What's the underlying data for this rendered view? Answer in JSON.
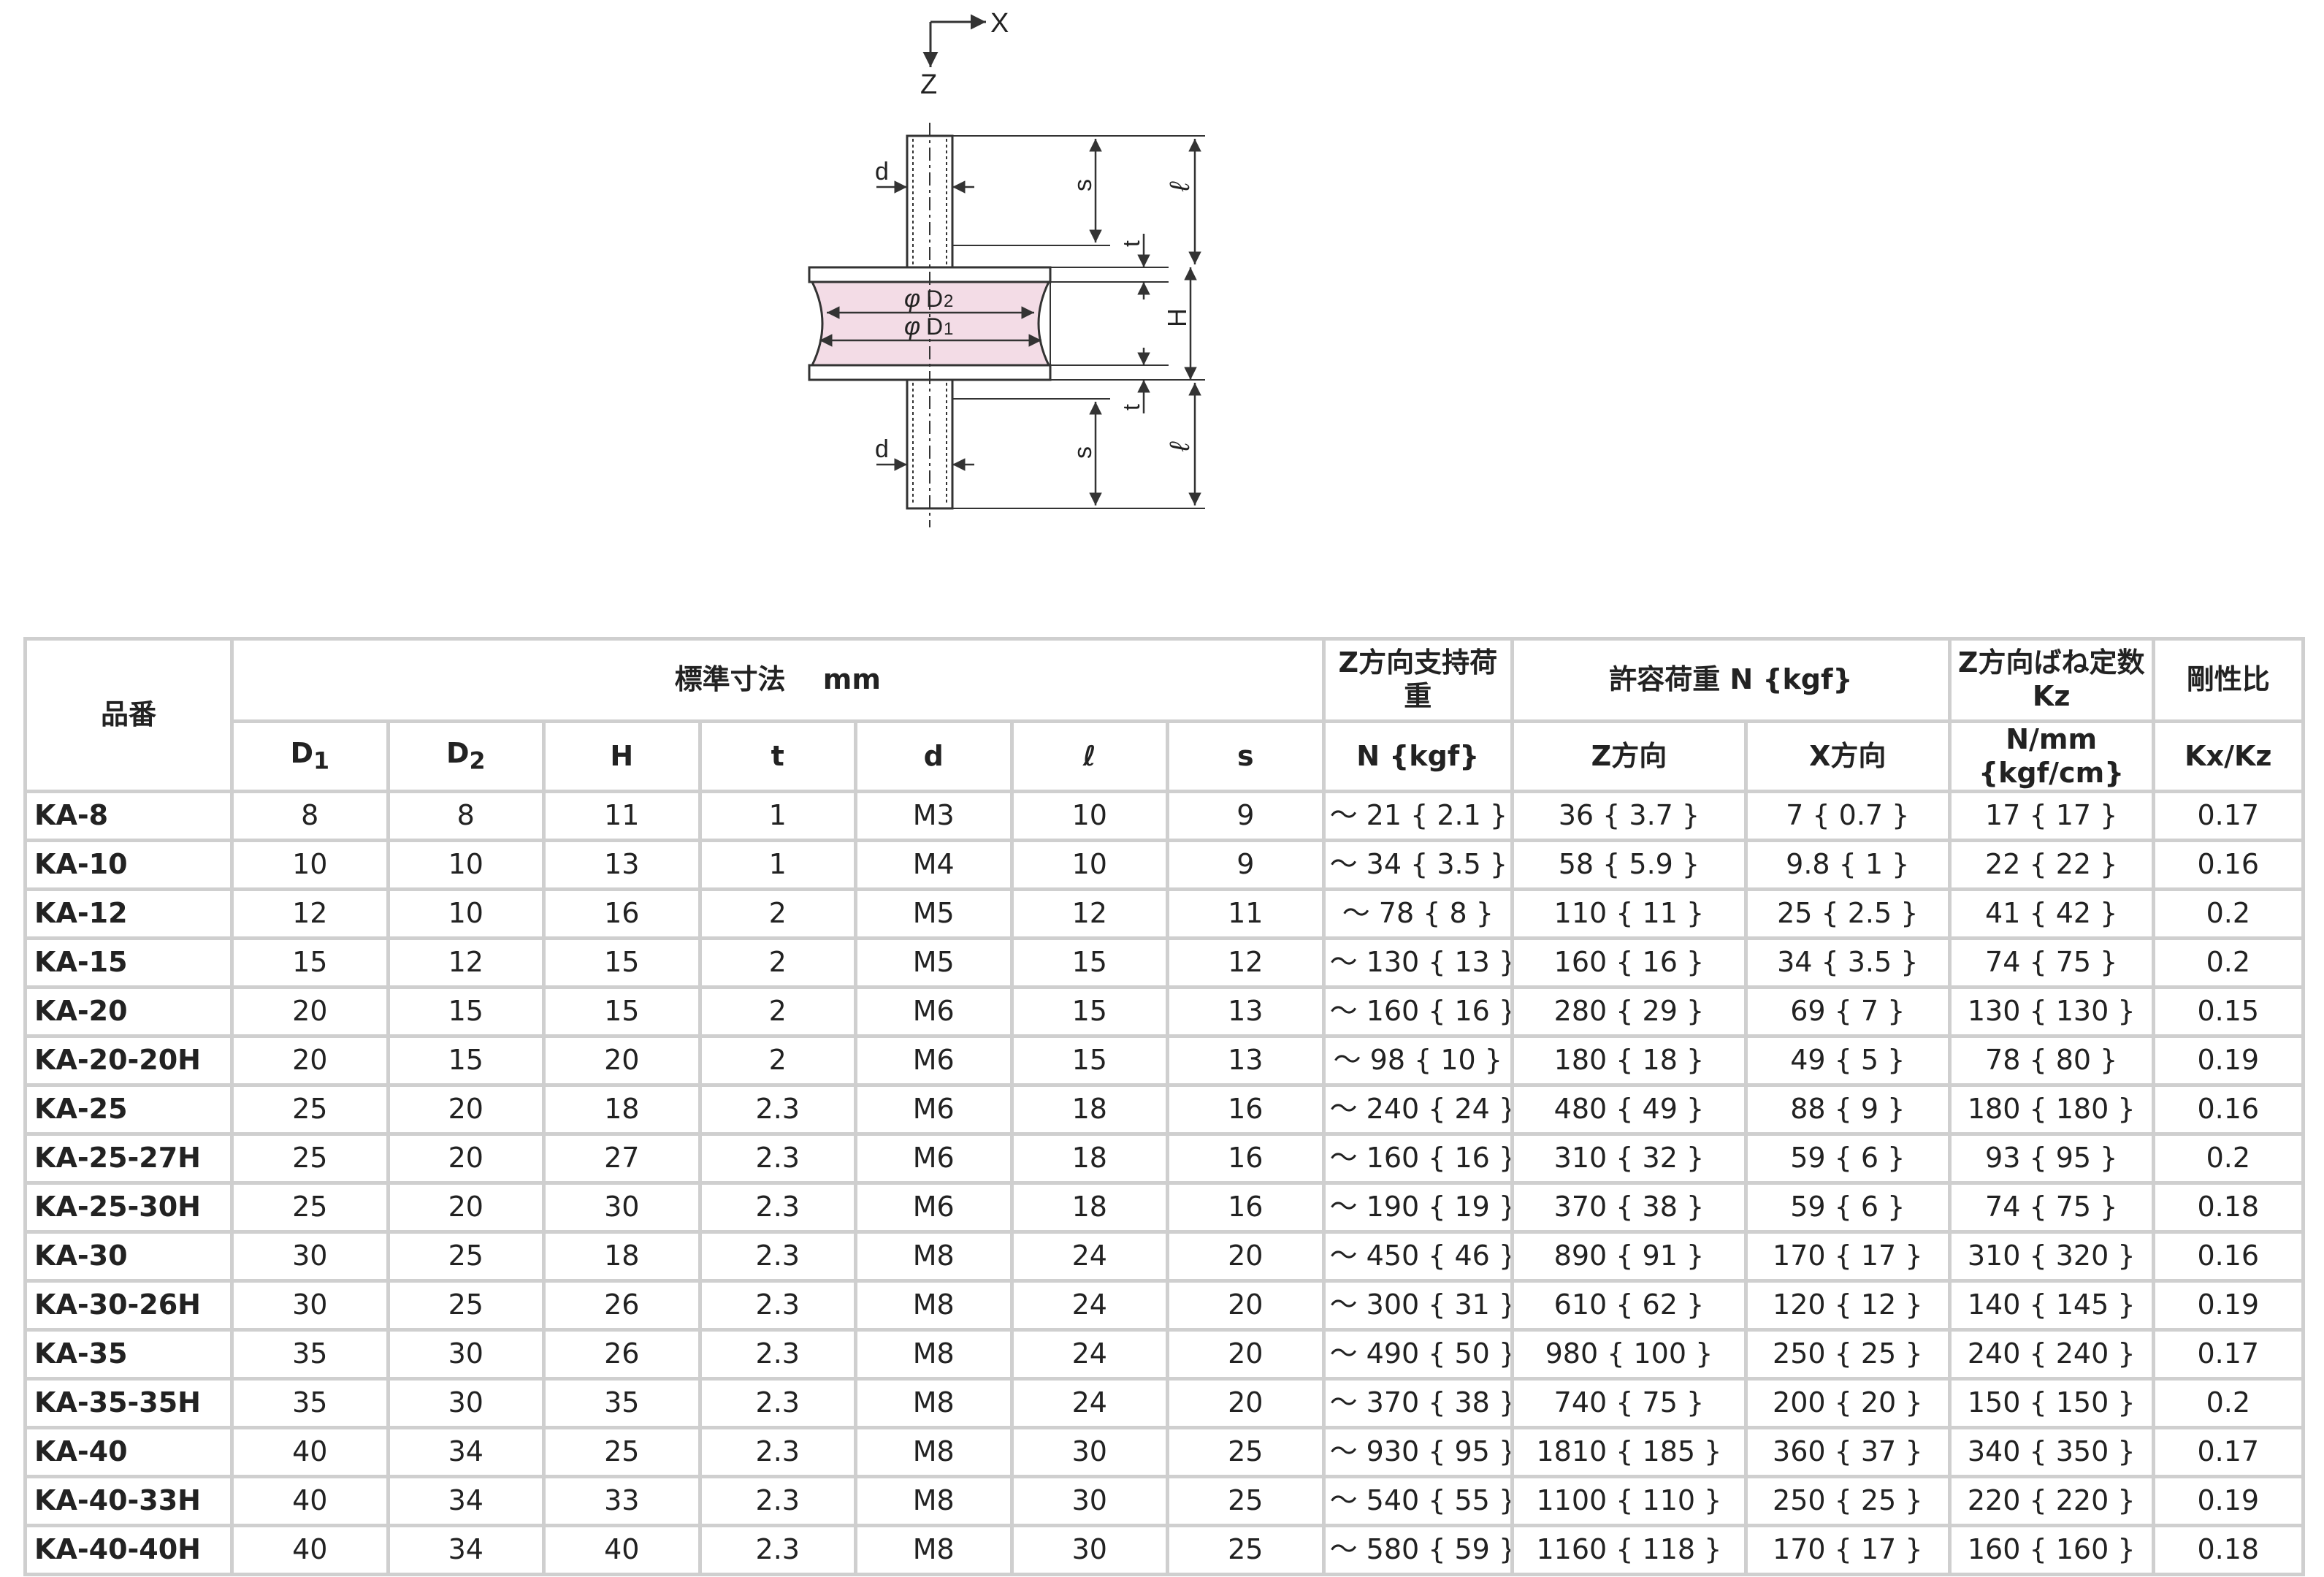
{
  "drawing": {
    "axis_x": "X",
    "axis_z": "Z",
    "label_d_top": "d",
    "label_d_bottom": "d",
    "label_s_top": "s",
    "label_s_bottom": "s",
    "label_l_top": "ℓ",
    "label_l_bottom": "ℓ",
    "label_t_top": "t",
    "label_t_bottom": "t",
    "label_H": "H",
    "label_phi_d2": "φ",
    "label_d2": "D",
    "label_d2_sub": "2",
    "label_phi_d1": "φ",
    "label_d1": "D",
    "label_d1_sub": "1",
    "rubber_color": "#f3dce6",
    "line_color": "#333333"
  },
  "table": {
    "header": {
      "part_no": "品番",
      "std_dims": "標準寸法　 mm",
      "z_support_load": "Z方向支持荷重",
      "allowable_load": "許容荷重 N {kgf}",
      "z_spring_const": "Z方向ばね定数 Kz",
      "stiffness_ratio": "剛性比",
      "d1_main": "D",
      "d1_sub": "1",
      "d2_main": "D",
      "d2_sub": "2",
      "H": "H",
      "t": "t",
      "d": "d",
      "l": "ℓ",
      "s": "s",
      "z_support_unit": "N {kgf}",
      "allow_z": "Z方向",
      "allow_x": "X方向",
      "spring_unit": "N/mm {kgf/cm}",
      "ratio_unit": "Kx/Kz"
    },
    "rows": [
      [
        "KA-8",
        "8",
        "8",
        "11",
        "1",
        "M3",
        "10",
        "9",
        "～ 21 { 2.1 }",
        "36 { 3.7 }",
        "7 { 0.7 }",
        "17 { 17 }",
        "0.17"
      ],
      [
        "KA-10",
        "10",
        "10",
        "13",
        "1",
        "M4",
        "10",
        "9",
        "～ 34 { 3.5 }",
        "58 { 5.9 }",
        "9.8 { 1 }",
        "22 { 22 }",
        "0.16"
      ],
      [
        "KA-12",
        "12",
        "10",
        "16",
        "2",
        "M5",
        "12",
        "11",
        "～ 78 { 8 }",
        "110 { 11 }",
        "25 { 2.5 }",
        "41 { 42 }",
        "0.2"
      ],
      [
        "KA-15",
        "15",
        "12",
        "15",
        "2",
        "M5",
        "15",
        "12",
        "～ 130 { 13 }",
        "160 { 16 }",
        "34 { 3.5 }",
        "74 { 75 }",
        "0.2"
      ],
      [
        "KA-20",
        "20",
        "15",
        "15",
        "2",
        "M6",
        "15",
        "13",
        "～ 160 { 16 }",
        "280 { 29 }",
        "69 { 7 }",
        "130 { 130 }",
        "0.15"
      ],
      [
        "KA-20-20H",
        "20",
        "15",
        "20",
        "2",
        "M6",
        "15",
        "13",
        "～ 98 { 10 }",
        "180 { 18 }",
        "49 { 5 }",
        "78 { 80 }",
        "0.19"
      ],
      [
        "KA-25",
        "25",
        "20",
        "18",
        "2.3",
        "M6",
        "18",
        "16",
        "～ 240 { 24 }",
        "480 { 49 }",
        "88 { 9 }",
        "180 { 180 }",
        "0.16"
      ],
      [
        "KA-25-27H",
        "25",
        "20",
        "27",
        "2.3",
        "M6",
        "18",
        "16",
        "～ 160 { 16 }",
        "310 { 32 }",
        "59 { 6 }",
        "93 { 95 }",
        "0.2"
      ],
      [
        "KA-25-30H",
        "25",
        "20",
        "30",
        "2.3",
        "M6",
        "18",
        "16",
        "～ 190 { 19 }",
        "370 { 38 }",
        "59 { 6 }",
        "74 { 75 }",
        "0.18"
      ],
      [
        "KA-30",
        "30",
        "25",
        "18",
        "2.3",
        "M8",
        "24",
        "20",
        "～ 450 { 46 }",
        "890 { 91 }",
        "170 { 17 }",
        "310 { 320 }",
        "0.16"
      ],
      [
        "KA-30-26H",
        "30",
        "25",
        "26",
        "2.3",
        "M8",
        "24",
        "20",
        "～ 300 { 31 }",
        "610 { 62 }",
        "120 { 12 }",
        "140 { 145 }",
        "0.19"
      ],
      [
        "KA-35",
        "35",
        "30",
        "26",
        "2.3",
        "M8",
        "24",
        "20",
        "～ 490 { 50 }",
        "980 { 100 }",
        "250 { 25 }",
        "240 { 240 }",
        "0.17"
      ],
      [
        "KA-35-35H",
        "35",
        "30",
        "35",
        "2.3",
        "M8",
        "24",
        "20",
        "～ 370 { 38 }",
        "740 { 75 }",
        "200 { 20 }",
        "150 { 150 }",
        "0.2"
      ],
      [
        "KA-40",
        "40",
        "34",
        "25",
        "2.3",
        "M8",
        "30",
        "25",
        "～ 930 { 95 }",
        "1810 { 185 }",
        "360 { 37 }",
        "340 { 350 }",
        "0.17"
      ],
      [
        "KA-40-33H",
        "40",
        "34",
        "33",
        "2.3",
        "M8",
        "30",
        "25",
        "～ 540 { 55 }",
        "1100 { 110 }",
        "250 { 25 }",
        "220 { 220 }",
        "0.19"
      ],
      [
        "KA-40-40H",
        "40",
        "34",
        "40",
        "2.3",
        "M8",
        "30",
        "25",
        "～ 580 { 59 }",
        "1160 { 118 }",
        "170 { 17 }",
        "160 { 160 }",
        "0.18"
      ]
    ]
  }
}
